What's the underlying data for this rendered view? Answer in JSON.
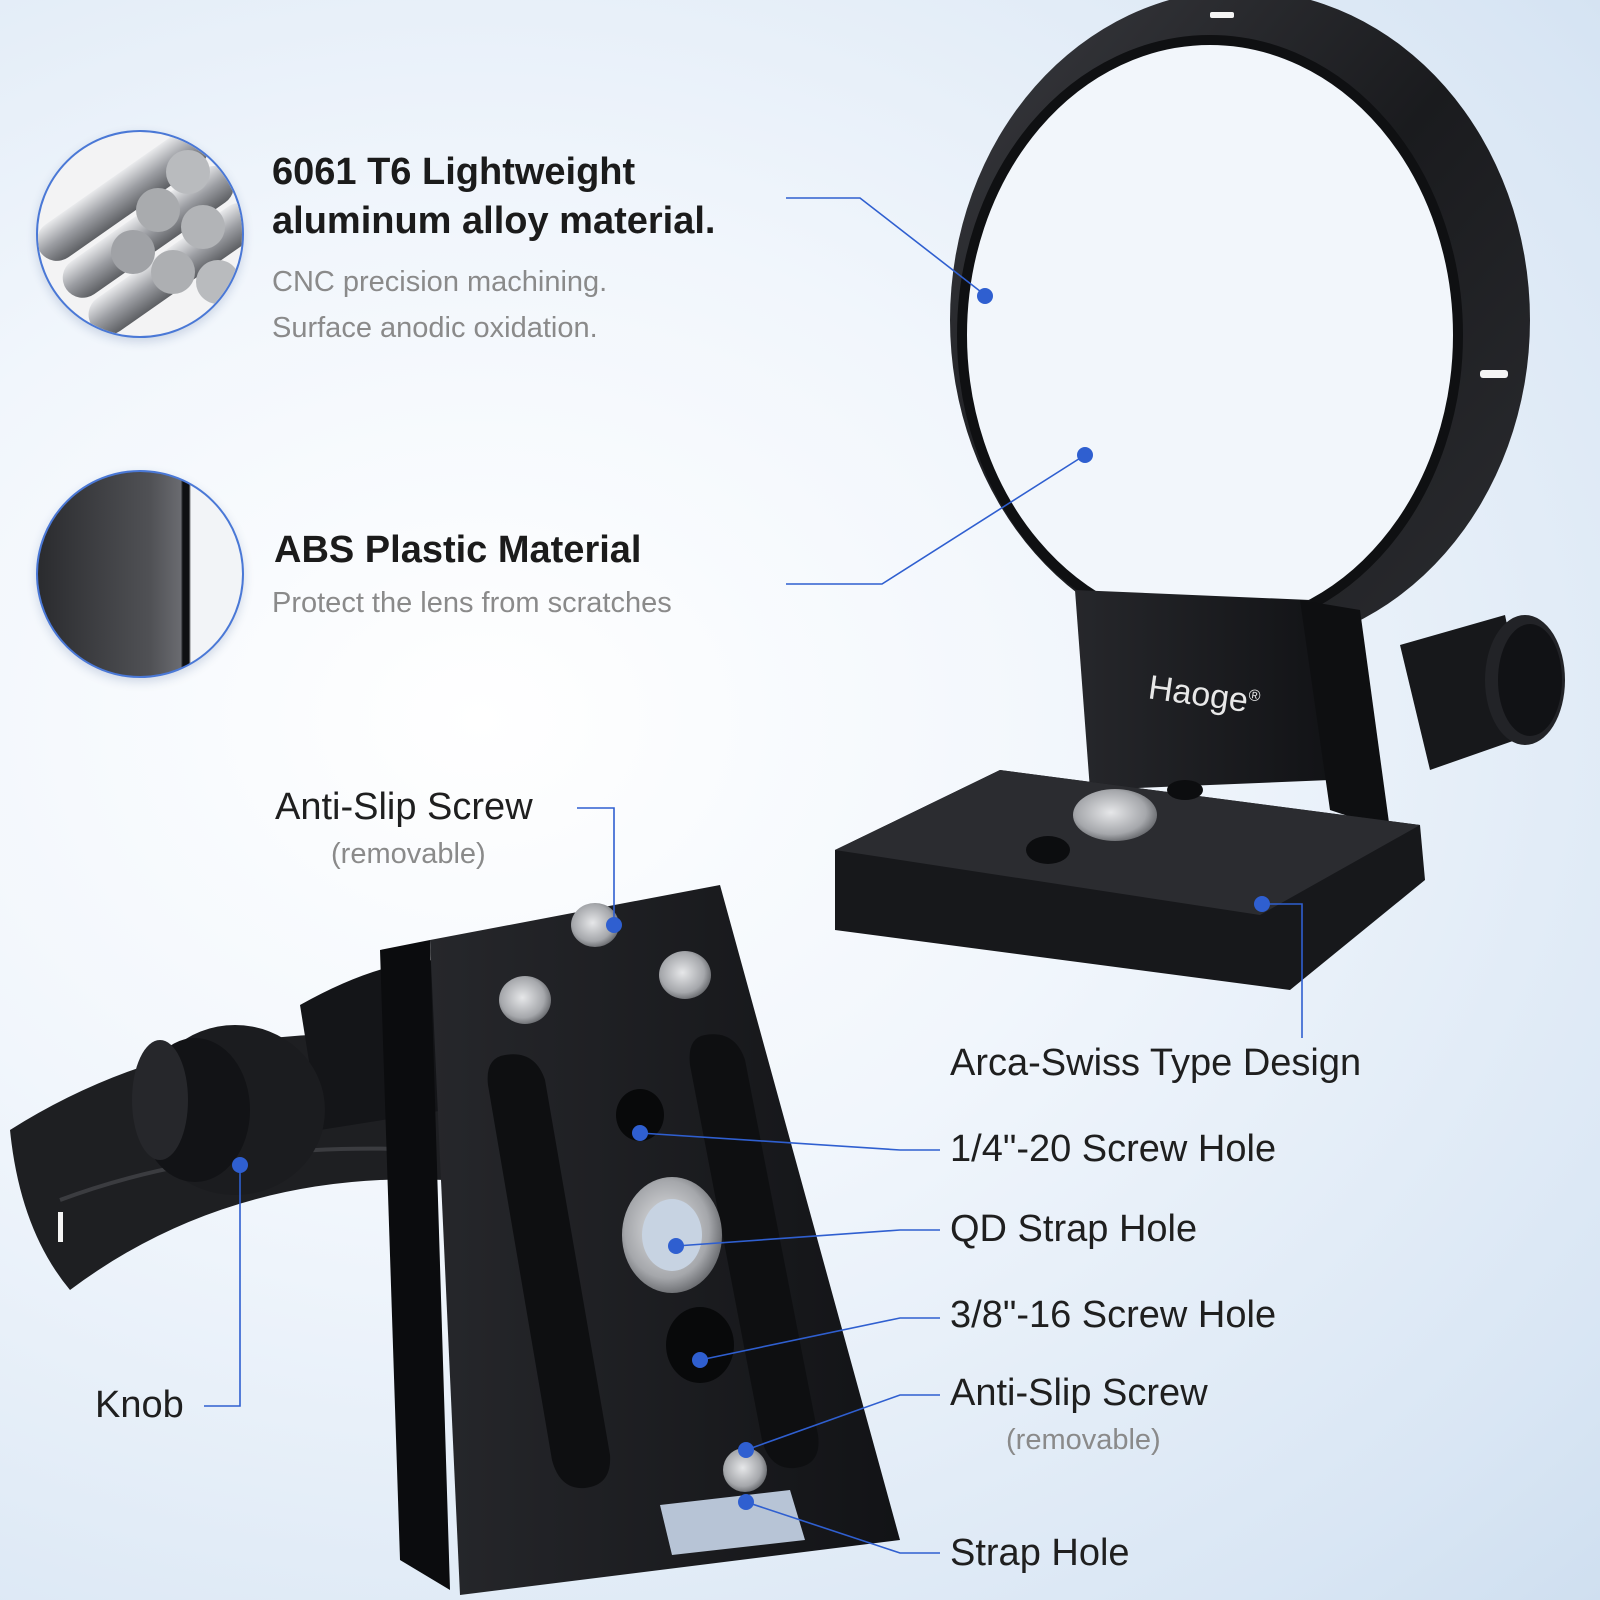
{
  "features": {
    "aluminum": {
      "title_line1": "6061 T6 Lightweight",
      "title_line2": "aluminum alloy material.",
      "sub_line1": "CNC precision machining.",
      "sub_line2": "Surface anodic oxidation."
    },
    "abs": {
      "title": "ABS Plastic Material",
      "sub": "Protect the lens from scratches"
    }
  },
  "brand": {
    "logo_text": "Haoge",
    "registered": "®"
  },
  "callouts": {
    "anti_slip_top": {
      "label": "Anti-Slip Screw",
      "note": "(removable)"
    },
    "arca_swiss": {
      "label": "Arca-Swiss Type Design"
    },
    "screw_quarter": {
      "label": "1/4\"-20 Screw Hole"
    },
    "qd_strap": {
      "label": "QD Strap Hole"
    },
    "screw_threeeighth": {
      "label": "3/8\"-16 Screw Hole"
    },
    "anti_slip_bottom": {
      "label": "Anti-Slip Screw",
      "note": "(removable)"
    },
    "knob": {
      "label": "Knob"
    },
    "strap_hole": {
      "label": "Strap Hole"
    }
  },
  "colors": {
    "accent": "#2f5fd0",
    "text_dark": "#1b1b1b",
    "text_muted": "#8a8a8a",
    "metal": "#1c1d20"
  }
}
